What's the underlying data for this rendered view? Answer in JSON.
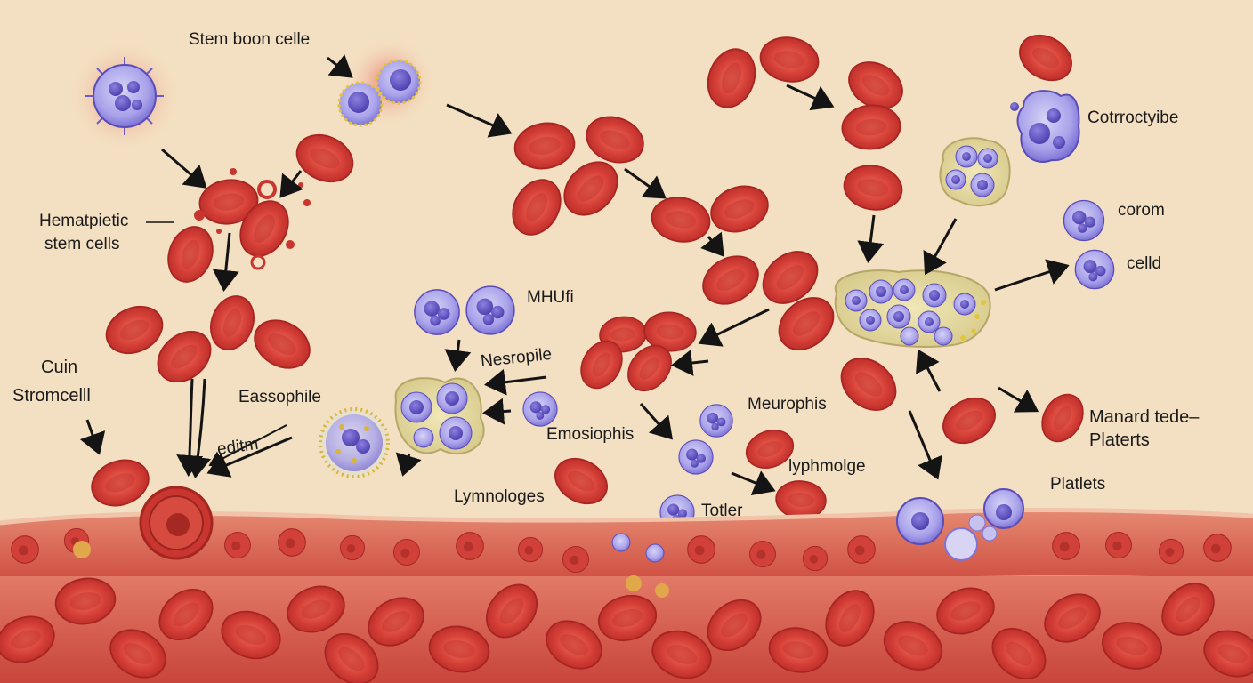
{
  "labels": {
    "stem_boon_celle": "Stem boon celle",
    "hematopoietic_line1": "Hematpietic",
    "hematopoietic_line2": "stem cells",
    "cuin": "Cuin",
    "stromcell": "Stromcelll",
    "eassophile": "Eassophile",
    "editm": "editm",
    "mhufi": "MHUfi",
    "nesropile": "Nesropile",
    "emosiophis": "Emosiophis",
    "lymnologes": "Lymnologes",
    "meurophis": "Meurophis",
    "lyphmolge": "lyphmolge",
    "totler": "Totler",
    "cotrroctyibe": "Cotrroctyibe",
    "corom": "corom",
    "celld": "celld",
    "manard_line1": "Manard tede–",
    "manard_line2": "Platerts",
    "platlets": "Platlets"
  },
  "colors": {
    "background": "#f3dfc1",
    "red_cell": "#d63a32",
    "red_cell_center": "#e86a5a",
    "white_cell": "#8e86de",
    "nucleus": "#6a5bc8",
    "arrow": "#141414",
    "tissue": "#d35848"
  }
}
